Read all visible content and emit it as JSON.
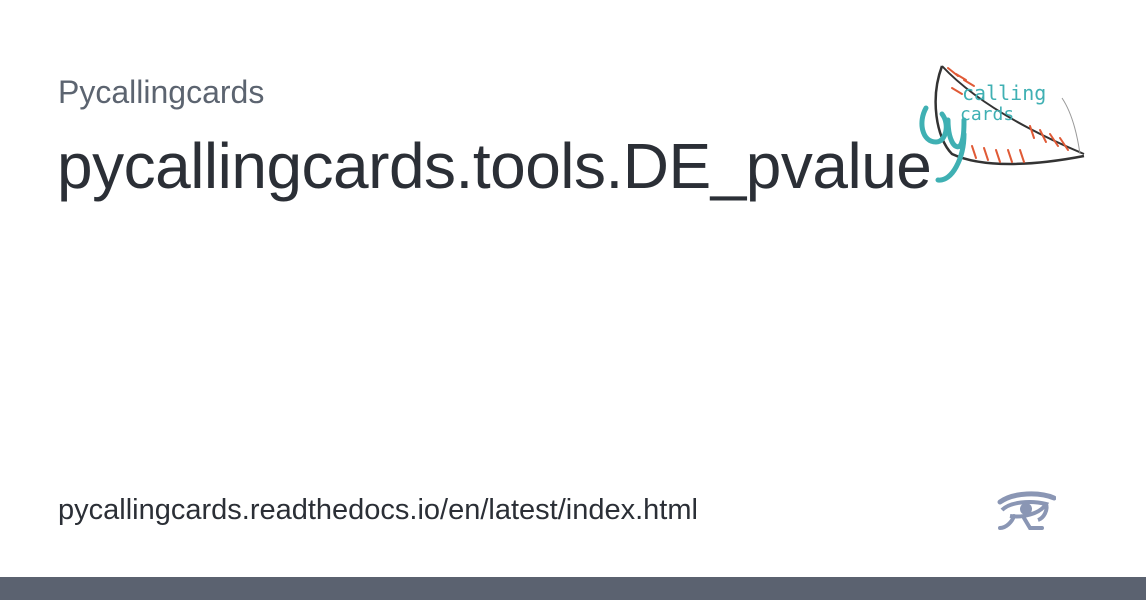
{
  "card": {
    "site_name": "Pycallingcards",
    "page_title": "pycallingcards.tools.DE_pvalue",
    "url": "pycallingcards.readthedocs.io/en/latest/index.html"
  },
  "logo": {
    "text_line1": "calling",
    "text_line2": "cards",
    "icon": "pycallingcards-logo"
  },
  "footer_icon": "readthedocs-eye-icon",
  "colors": {
    "background": "#ffffff",
    "site_name": "#5c6470",
    "title": "#2b2f36",
    "logo_teal": "#3fb0b3",
    "logo_orange": "#e05a36",
    "icon_blue": "#8a96b4",
    "bottom_bar": "#5b6270"
  }
}
